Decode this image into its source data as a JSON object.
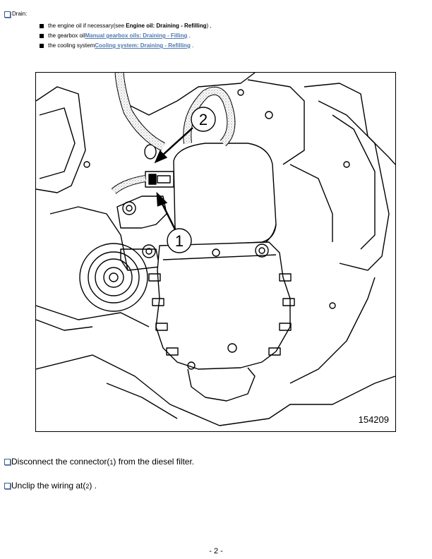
{
  "drain": {
    "label": "Drain:",
    "items": [
      {
        "prefix": "the  engine  oil  if  necessary(see ",
        "link": "Engine oil: Draining - Refilling",
        "suffix": ") ,"
      },
      {
        "prefix": "the  gearbox  oil",
        "link": "Manual gearbox oils: Draining - Filling",
        "suffix": " ."
      },
      {
        "prefix": "the  cooling  system",
        "link": "Cooling system: Draining - Refilling",
        "suffix": " ."
      }
    ]
  },
  "figure": {
    "number": "154209",
    "callouts": [
      "1",
      "2"
    ]
  },
  "steps": [
    {
      "pre": "Disconnect  the  connector(",
      "ref": "1",
      "post": ") from the diesel filter."
    },
    {
      "pre": "Unclip  the  wiring  at(",
      "ref": "2",
      "post": ") ."
    }
  ],
  "page_number": "- 2 -"
}
